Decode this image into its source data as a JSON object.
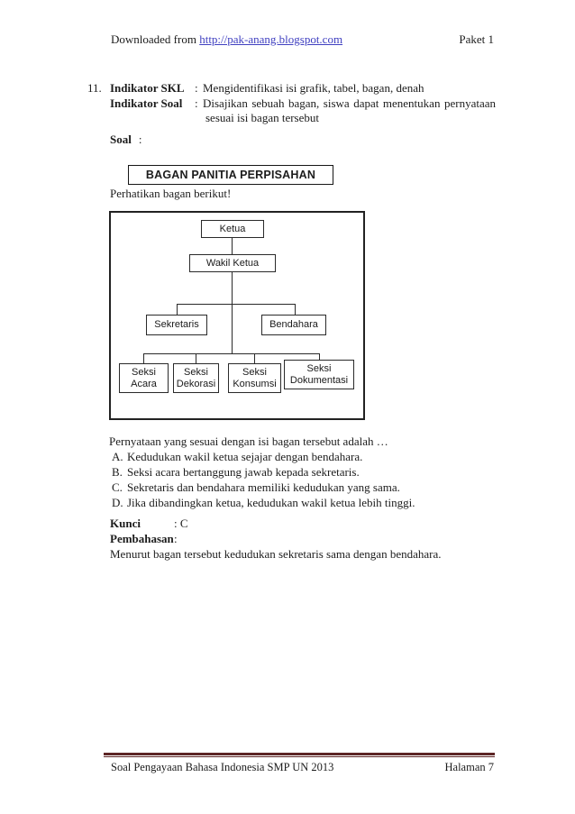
{
  "colors": {
    "ink": "#1c1c1c",
    "link-blue": "#3f3fc0",
    "footer-rule": "#5d2525"
  },
  "header": {
    "prefix": "Downloaded from ",
    "link_text": "http://pak-anang.blogspot.com",
    "packet": "Paket 1"
  },
  "question": {
    "number": "11.",
    "colon": ":",
    "indikator_skl_label": "Indikator SKL",
    "indikator_skl_text": "Mengidentifikasi isi grafik, tabel, bagan, denah",
    "indikator_soal_label": "Indikator Soal",
    "indikator_soal_line1": "Disajikan sebuah bagan, siswa dapat menentukan pernyataan",
    "indikator_soal_line2": "sesuai isi bagan tersebut",
    "soal_label": "Soal",
    "prompt": "Pernyataan yang sesuai dengan isi bagan tersebut adalah …",
    "options": [
      {
        "letter": "A.",
        "text": "Kedudukan wakil ketua sejajar dengan bendahara."
      },
      {
        "letter": "B.",
        "text": "Seksi acara bertanggung jawab kepada sekretaris."
      },
      {
        "letter": "C.",
        "text": "Sekretaris dan bendahara memiliki kedudukan yang sama."
      },
      {
        "letter": "D.",
        "text": "Jika dibandingkan ketua, kedudukan wakil ketua lebih tinggi."
      }
    ]
  },
  "bagan": {
    "heading": "BAGAN PANITIA PERPISAHAN",
    "intro": "Perhatikan bagan berikut!",
    "type": "org-chart",
    "nodes": {
      "ketua": "Ketua",
      "wakil_ketua": "Wakil Ketua",
      "sekretaris": "Sekretaris",
      "bendahara": "Bendahara",
      "seksi_acara": "Seksi Acara",
      "seksi_dekorasi": "Seksi Dekorasi",
      "seksi_konsumsi": "Seksi Konsumsi",
      "seksi_dokumentasi": "Seksi Dokumentasi"
    },
    "edges": [
      "Ketua → Wakil Ketua",
      "Wakil Ketua → Sekretaris",
      "Wakil Ketua → Bendahara",
      "Wakil Ketua → Seksi Acara",
      "Wakil Ketua → Seksi Dekorasi",
      "Wakil Ketua → Seksi Konsumsi",
      "Wakil Ketua → Seksi Dokumentasi"
    ]
  },
  "answer": {
    "kunci_label": "Kunci",
    "kunci_value": "C",
    "pembahasan_label": "Pembahasan",
    "pembahasan_text": "Menurut bagan tersebut kedudukan sekretaris sama dengan bendahara."
  },
  "footer": {
    "left": "Soal Pengayaan Bahasa Indonesia SMP UN 2013",
    "right": "Halaman 7"
  }
}
